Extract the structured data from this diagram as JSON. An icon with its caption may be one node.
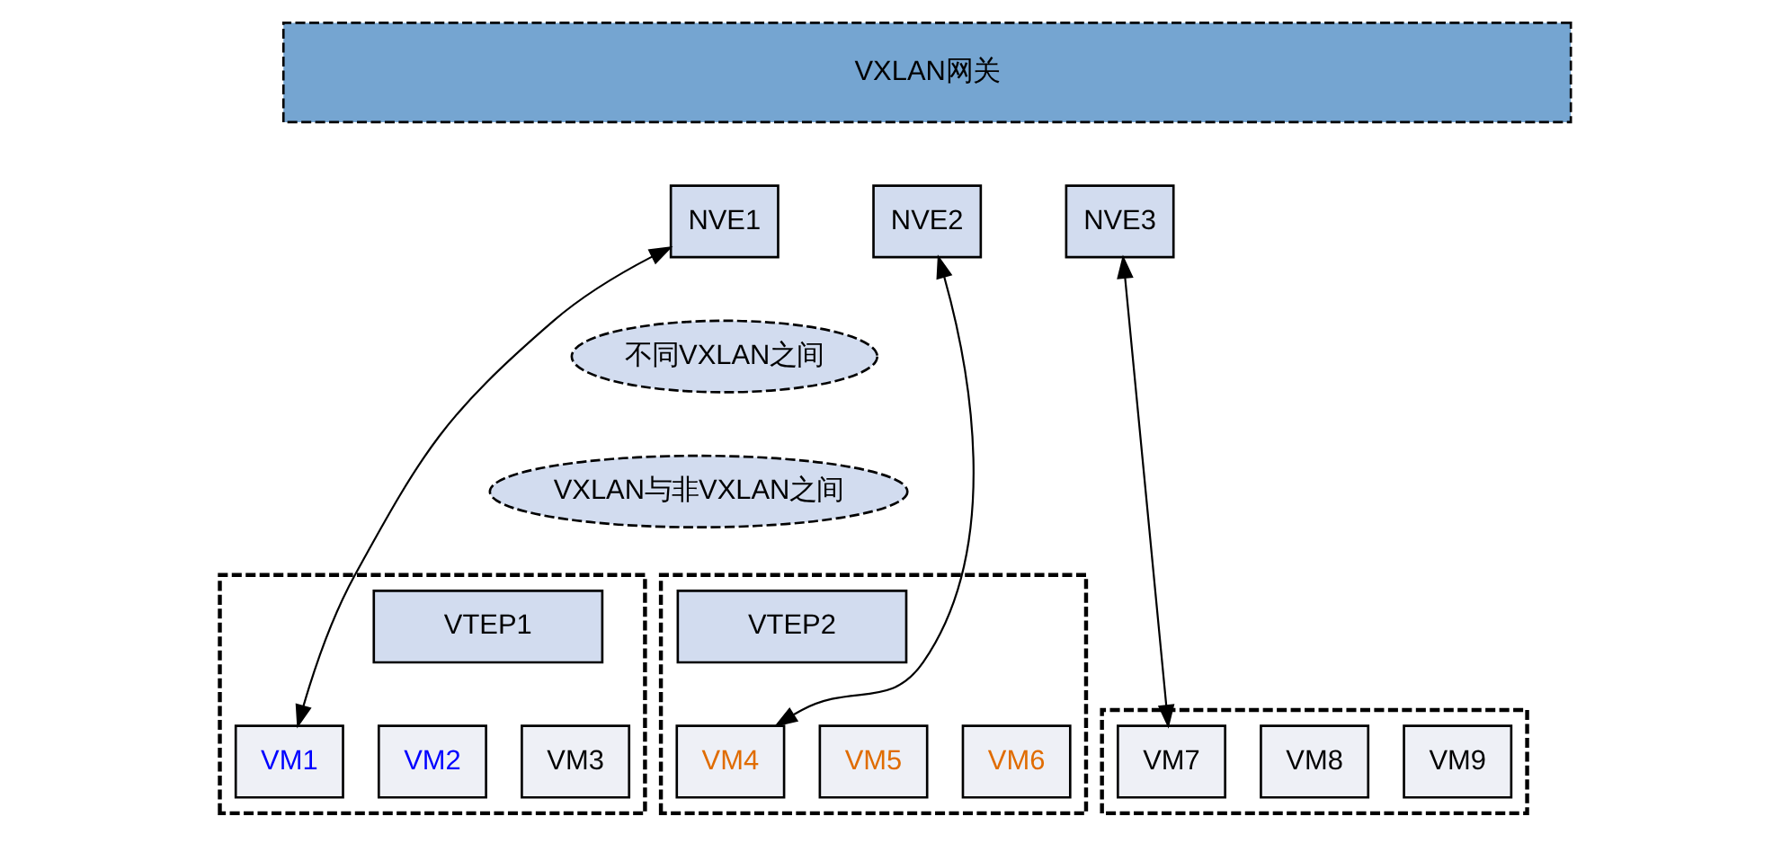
{
  "diagram": {
    "nodes": [
      {
        "text": [
          "VXLAN网关"
        ]
      },
      {
        "text": [
          "NVE1"
        ]
      },
      {
        "text": [
          "NVE2"
        ]
      },
      {
        "text": [
          "NVE3"
        ]
      },
      {
        "text": [
          "不同VXLAN之间"
        ]
      },
      {
        "text": [
          "VXLAN与非VXLAN之间"
        ]
      },
      {
        "text": [],
        "shape": "box"
      },
      {
        "text": [
          "VTEP1"
        ],
        "in": 6
      },
      {
        "text": [
          "VM1"
        ],
        "in": 6
      },
      {
        "text": [
          "VM2"
        ],
        "in": 6
      },
      {
        "text": [
          "VM3"
        ],
        "in": 6
      },
      {
        "text": [],
        "shape": "box"
      },
      {
        "text": [
          "VTEP2"
        ],
        "in": 11
      },
      {
        "text": [
          "VM4"
        ],
        "in": 11
      },
      {
        "text": [
          "VM5"
        ],
        "in": 11
      },
      {
        "text": [
          "VM6"
        ],
        "in": 11
      },
      {
        "text": [],
        "shape": "box"
      },
      {
        "text": [
          "VM7"
        ],
        "in": 16
      },
      {
        "text": [
          "VM8"
        ],
        "in": 16
      },
      {
        "text": [
          "VM9"
        ],
        "in": 16
      }
    ],
    "edges": [
      {
        "from": 1,
        "to": 8,
        "arrow": "both"
      },
      {
        "from": 2,
        "to": 13,
        "arrow": "both"
      },
      {
        "from": 3,
        "to": 17,
        "arrow": "both"
      }
    ]
  }
}
